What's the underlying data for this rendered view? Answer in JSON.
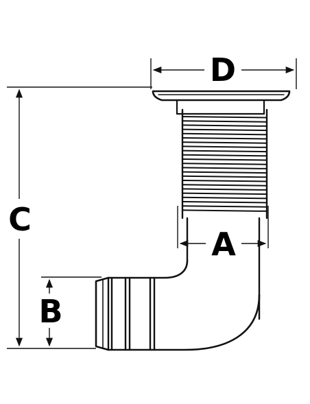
{
  "diagram": {
    "labels": {
      "d": "D",
      "c": "C",
      "a": "A",
      "b": "B"
    },
    "colors": {
      "line": "#111111",
      "background": "#ffffff"
    }
  }
}
